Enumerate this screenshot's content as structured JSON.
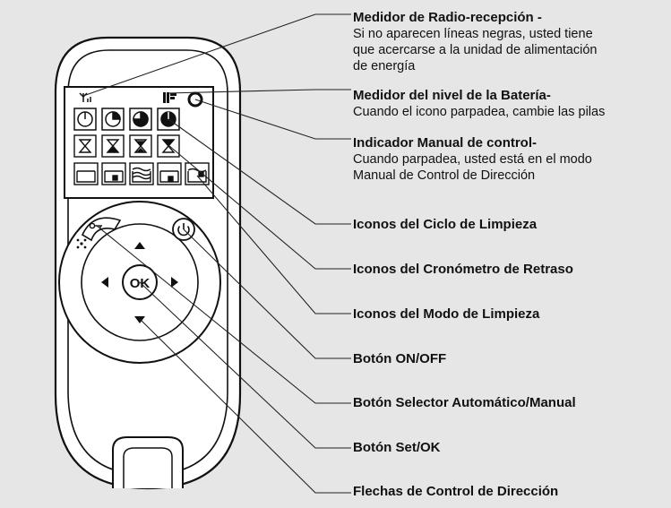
{
  "labels": {
    "radio": {
      "title": "Medidor de Radio-recepción -",
      "desc": [
        "Si no aparecen líneas negras, usted tiene",
        "que acercarse a la unidad de alimentación",
        "de energía"
      ]
    },
    "battery": {
      "title": "Medidor del nivel de la Batería-",
      "desc": [
        "Cuando el icono parpadea, cambie las pilas"
      ]
    },
    "manual": {
      "title": "Indicador Manual de control-",
      "desc": [
        "Cuando parpadea, usted está en el modo",
        "Manual de Control de Dirección"
      ]
    },
    "cycle": {
      "title": "Iconos del Ciclo de Limpieza"
    },
    "timer": {
      "title": "Iconos del Cronómetro de Retraso"
    },
    "mode": {
      "title": "Iconos del Modo de Limpieza"
    },
    "onoff": {
      "title": "Botón ON/OFF"
    },
    "selector": {
      "title": "Botón Selector Automático/Manual"
    },
    "setok": {
      "title": "Botón Set/OK"
    },
    "arrows": {
      "title": "Flechas de Control de Dirección"
    }
  },
  "device": {
    "ok_label": "OK"
  }
}
